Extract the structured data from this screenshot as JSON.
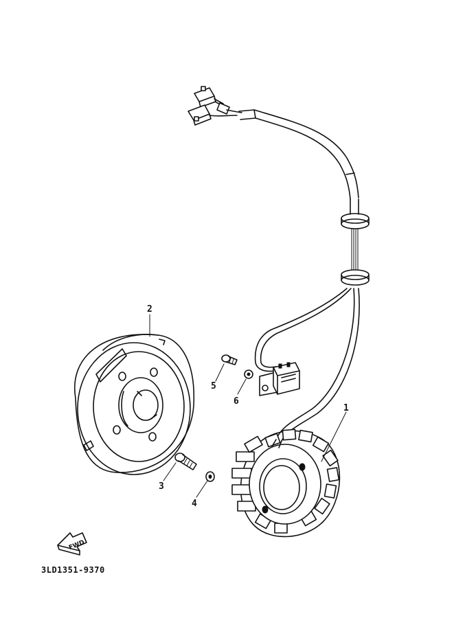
{
  "diagram": {
    "drawing_code": "3LD1351-9370",
    "fwd_label": "FWD",
    "callouts": [
      {
        "id": "1",
        "part": "stator-assembly"
      },
      {
        "id": "2",
        "part": "rotor-flywheel"
      },
      {
        "id": "3",
        "part": "bolt"
      },
      {
        "id": "4",
        "part": "washer"
      },
      {
        "id": "5",
        "part": "screw"
      },
      {
        "id": "6",
        "part": "washer"
      }
    ]
  }
}
